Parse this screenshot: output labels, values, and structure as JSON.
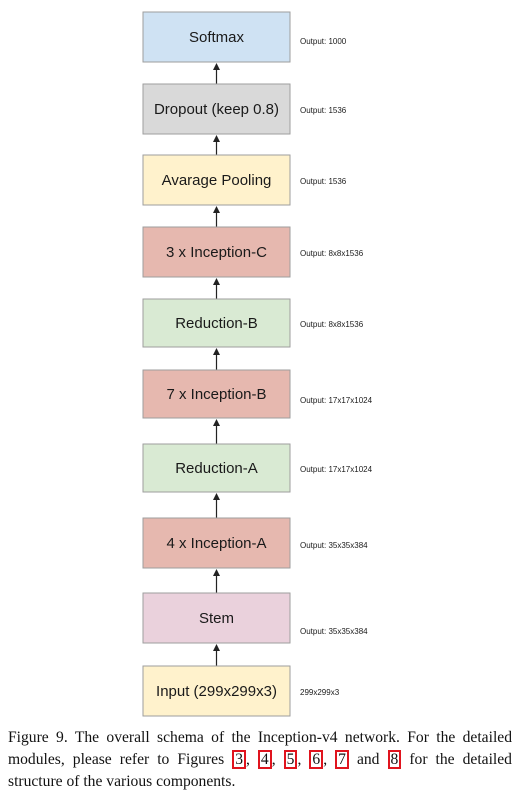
{
  "diagram": {
    "nodes": [
      {
        "label": "Softmax",
        "output": "Output: 1000",
        "fill": "#cfe2f3"
      },
      {
        "label": "Dropout (keep 0.8)",
        "output": "Output: 1536",
        "fill": "#d9d9d9"
      },
      {
        "label": "Avarage Pooling",
        "output": "Output: 1536",
        "fill": "#fff2cc"
      },
      {
        "label": "3 x Inception-C",
        "output": "Output: 8x8x1536",
        "fill": "#e6b8af"
      },
      {
        "label": "Reduction-B",
        "output": "Output: 8x8x1536",
        "fill": "#d9ead3"
      },
      {
        "label": "7 x Inception-B",
        "output": "Output: 17x17x1024",
        "fill": "#e6b8af"
      },
      {
        "label": "Reduction-A",
        "output": "Output: 17x17x1024",
        "fill": "#d9ead3"
      },
      {
        "label": "4 x Inception-A",
        "output": "Output: 35x35x384",
        "fill": "#e6b8af"
      },
      {
        "label": "Stem",
        "output": "Output: 35x35x384",
        "fill": "#ead1dc"
      },
      {
        "label": "Input (299x299x3)",
        "output": "299x299x3",
        "fill": "#fff2cc"
      }
    ]
  },
  "caption": {
    "text_before": "Figure 9. The overall schema of the Inception-v4 network. For the detailed modules, please refer to Figures",
    "refs": [
      "3",
      "4",
      "5",
      "6",
      "7",
      "8"
    ],
    "sep_comma": ",",
    "sep_and": "and",
    "text_after": "for the detailed structure of the various components."
  },
  "colors": {
    "ref_box": "#e0141e",
    "arrow": "#222222",
    "box_border": "#9e9e9e"
  }
}
